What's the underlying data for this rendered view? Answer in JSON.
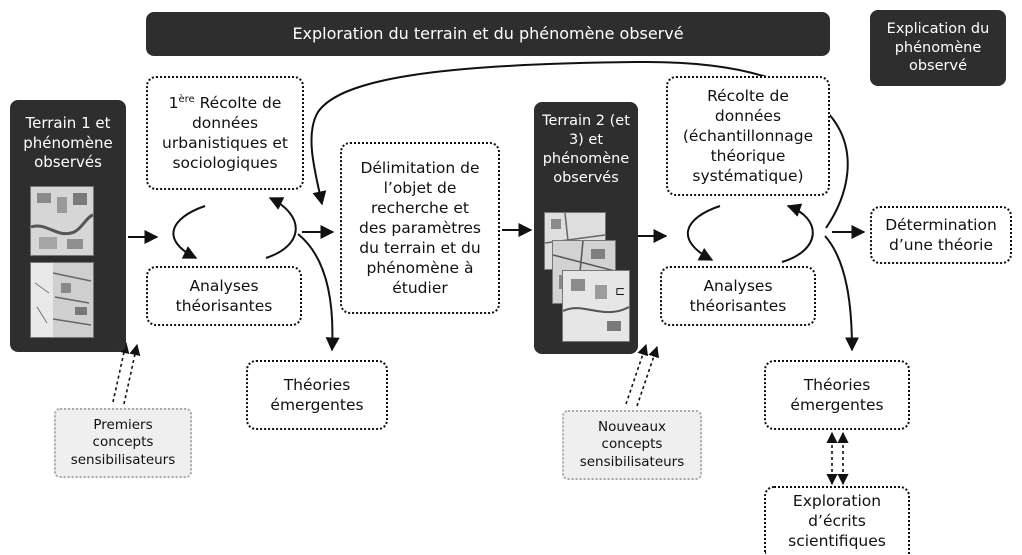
{
  "header": {
    "exploration": "Exploration du terrain et du phénomène observé",
    "explication": "Explication du\nphénomène\nobservé"
  },
  "terrain1": {
    "label": "Terrain 1 et\nphénomène\nobservés"
  },
  "terrain2": {
    "label": "Terrain 2 (et\n3) et\nphénomène\nobservés"
  },
  "recolte1": {
    "sup": "ère",
    "prefix": "1",
    "label": " Récolte de\ndonnées\nurbanistiques et\nsociologiques"
  },
  "analyses1": {
    "label": "Analyses\nthéorisantes"
  },
  "theories1": {
    "label": "Théories\némergentes"
  },
  "concepts1": {
    "label": "Premiers\nconcepts\nsensibilisateurs"
  },
  "delimitation": {
    "label": "Délimitation de\nl’objet de\nrecherche et\ndes paramètres\ndu terrain et du\nphénomène à\nétudier"
  },
  "recolte2": {
    "label": "Récolte de\ndonnées\n(échantillonnage\nthéorique\nsystématique)"
  },
  "analyses2": {
    "label": "Analyses\nthéorisantes"
  },
  "theories2": {
    "label": "Théories\némergentes"
  },
  "concepts2": {
    "label": "Nouveaux\nconcepts\nsensibilisateurs"
  },
  "determination": {
    "label": "Détermination\nd’une théorie"
  },
  "exploration_ecrits": {
    "label": "Exploration\nd’écrits\nscientifiques"
  }
}
